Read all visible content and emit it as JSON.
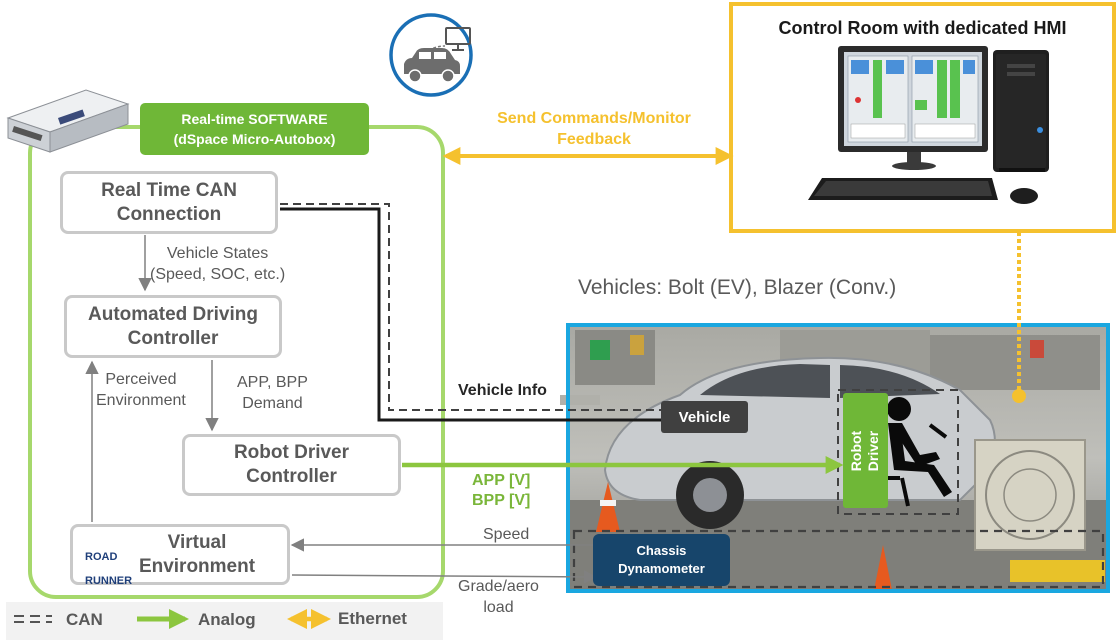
{
  "software": {
    "line1": "Real-time SOFTWARE",
    "line2": "(dSpace Micro-Autobox)"
  },
  "blocks": {
    "can": "Real Time CAN\nConnection",
    "adc": "Automated Driving\nController",
    "rdc": "Robot Driver\nController",
    "venv": "Virtual\nEnvironment",
    "logo_top": "ROAD",
    "logo_bottom": "RUNNER"
  },
  "labels": {
    "vehicle_states": "Vehicle States\n(Speed, SOC, etc.)",
    "perceived": "Perceived\nEnvironment",
    "app_bpp_demand": "APP, BPP\nDemand",
    "vehicle_info": "Vehicle Info",
    "app_v": "APP [V]",
    "bpp_v": "BPP [V]",
    "speed": "Speed",
    "grade": "Grade/aero\nload",
    "send_commands": "Send Commands/Monitor\nFeedback",
    "vehicles_caption": "Vehicles: Bolt (EV), Blazer (Conv.)"
  },
  "control_room": {
    "title": "Control Room with dedicated HMI"
  },
  "photo_tags": {
    "vehicle": "Vehicle",
    "robot": "Robot\nDriver",
    "chassis": "Chassis\nDynamometer"
  },
  "legend": {
    "can": "CAN",
    "analog": "Analog",
    "ethernet": "Ethernet"
  },
  "colors": {
    "green": "#8cc63f",
    "gold": "#f5c12e",
    "blue": "#1aa7e0",
    "grey_box": "#c9c9c9",
    "text_grey": "#595959",
    "navy": "#17456b",
    "dark": "#404040"
  }
}
